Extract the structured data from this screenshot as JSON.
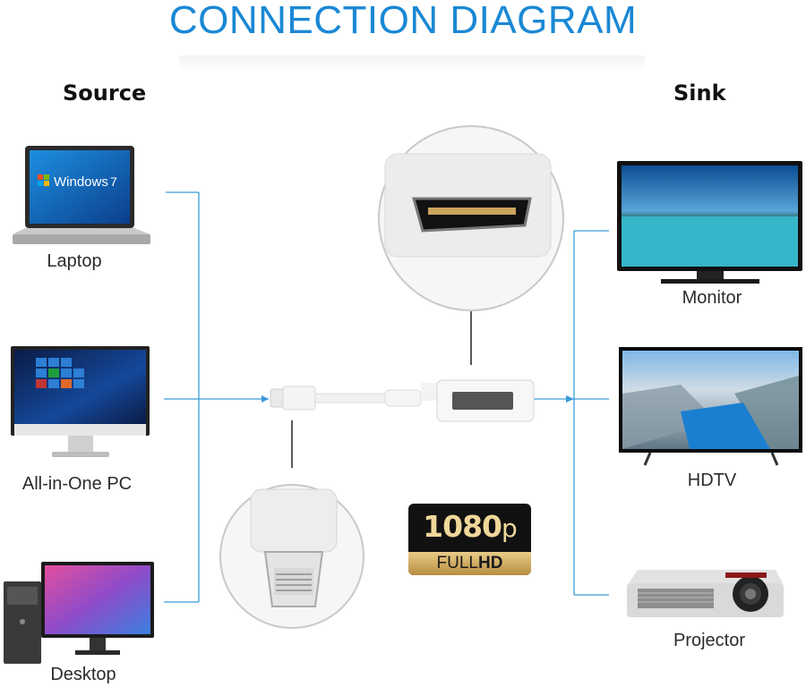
{
  "title": "CONNECTION DIAGRAM",
  "source_heading": "Source",
  "sink_heading": "Sink",
  "sources": [
    {
      "label": "Laptop",
      "screen_text": "Windows 7"
    },
    {
      "label": "All-in-One PC"
    },
    {
      "label": "Desktop"
    }
  ],
  "sinks": [
    {
      "label": "Monitor"
    },
    {
      "label": "HDTV"
    },
    {
      "label": "Projector"
    }
  ],
  "badge": {
    "resolution": "1080",
    "suffix": "p",
    "full": "FULL",
    "hd": "HD"
  },
  "colors": {
    "accent": "#1a88d4",
    "wire": "#3a9ad9",
    "badge_gold": "#d6b06a"
  }
}
